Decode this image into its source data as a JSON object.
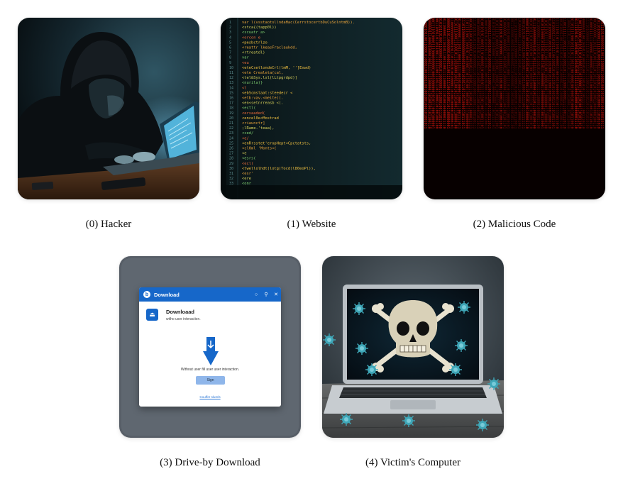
{
  "captions": {
    "c0": "(0) Hacker",
    "c1": "(1) Website",
    "c2": "(2) Malicious Code",
    "c3": "(3) Drive-by Download",
    "c4": "(4) Victim's Computer"
  },
  "download_dialog": {
    "title": "Download",
    "heading": "Downloaad",
    "subheading": "witho user interaction.",
    "message": "Without user fill user user interaction.",
    "button": "Sign",
    "link": "Couffer slumls"
  },
  "code_lines": [
    "var l(vsstaotsllndaHac(CerrstocertbDuCuSolntmB)).",
    "<stca{(tapp0l))",
    "<scuatr a>",
    "<orcon e",
    "<pesbctrlzo",
    "<reattr lkeasFraclaukdd,",
    "<rtreatdl)",
    "  var",
    "  <eu",
    "   <eteCsetlondeCrl(lmM, '']Exwd)",
    "   <ete Crealeta(cal,",
    "   <tel&Sys.lsl(lLtpgrdpd)]",
    "   <nurila)}",
    "  <t",
    "  <ebScmstaat:steedecr  <",
    "  <etb:vav.<meite((.",
    "   <en<setnrreasb <(.",
    "    <ectl(",
    "    <ersaaded(",
    "    <encel0e<Mostrad",
    "    <riaunctr]",
    "    ;lRame.'teaa),",
    "    <ced/",
    "  <e/",
    "   <enRrsstet'eropHept<Cpctatsts,",
    "   <cl0ml 'Monts<(",
    "  <e",
    "  <esrs(",
    "   <ecl(",
    "    <twellolhdt(lotg(Tocd)l80eoPl)),",
    "   <esr'",
    "  <ere",
    "  <onr"
  ],
  "colors": {
    "accent_blue": "#1667c9",
    "code_bg": "#0d1b1e",
    "matrix_red": "#e8170f"
  },
  "icon_names": [
    "hacker-photo",
    "code-screen",
    "red-binary-matrix",
    "download-arrow-icon",
    "skull-crossbones-laptop"
  ]
}
